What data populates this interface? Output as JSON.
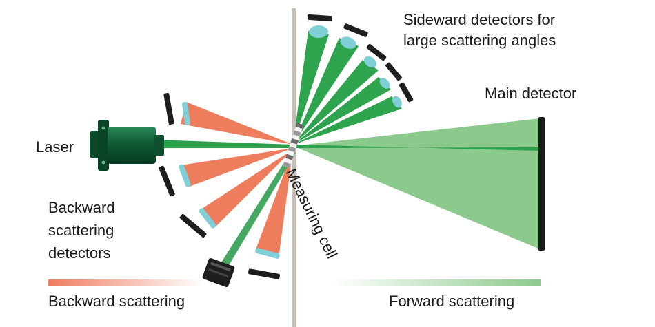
{
  "labels": {
    "sideward": [
      "Sideward detectors for",
      "large scattering angles"
    ],
    "main_detector": "Main detector",
    "laser": "Laser",
    "backward_detectors": [
      "Backward",
      "scattering",
      "detectors"
    ],
    "measuring_cell": "Measuring cell",
    "backward_scattering": "Backward scattering",
    "forward_scattering": "Forward scattering"
  },
  "colors": {
    "forward": "#2ea44f",
    "forward_light": "#8cc98c",
    "backward": "#ee7d5e",
    "laser_body": "#0f5a34",
    "detector": "#1e1e1e",
    "lens": "#7fd0d6",
    "cell_line": "#c8bfb8"
  },
  "icons": [
    "laser-icon",
    "detector-icon",
    "lens-icon",
    "measuring-cell-icon"
  ]
}
